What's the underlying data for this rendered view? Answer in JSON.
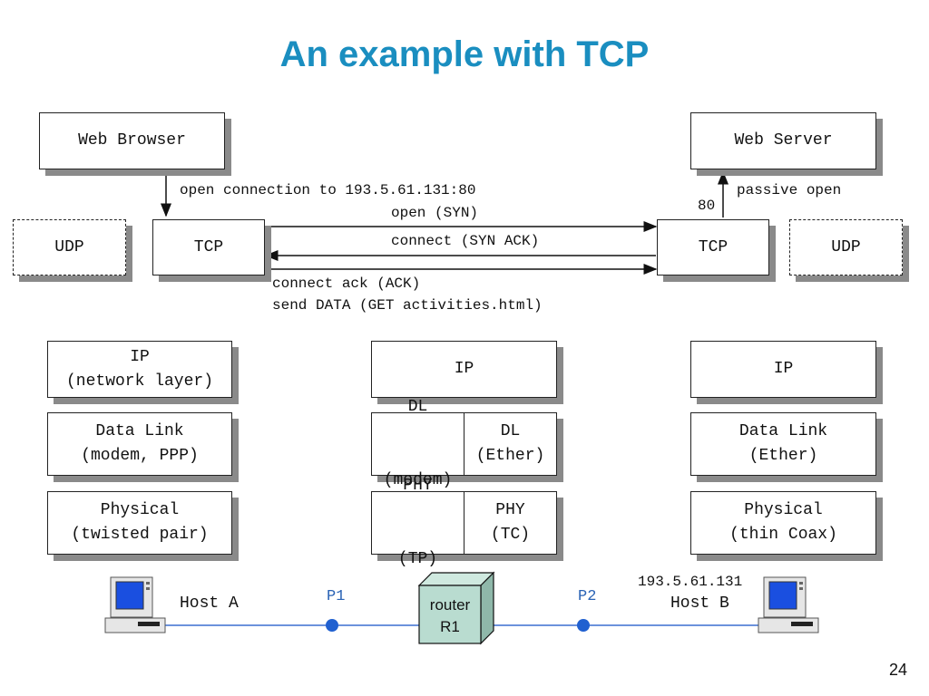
{
  "title": "An example with TCP",
  "page_number": "24",
  "app_boxes": {
    "web_browser": "Web Browser",
    "web_server": "Web Server"
  },
  "transport": {
    "udp_left": "UDP",
    "tcp_left": "TCP",
    "tcp_right": "TCP",
    "udp_right": "UDP"
  },
  "messages": {
    "open_connection": "open connection to 193.5.61.131:80",
    "open_syn": "open (SYN)",
    "connect_syn_ack": "connect (SYN ACK)",
    "connect_ack": "connect ack (ACK)",
    "send_data": "send DATA (GET activities.html)",
    "port_80": "80",
    "passive_open": "passive open"
  },
  "host_a_stack": {
    "ip_line1": "IP",
    "ip_line2": "(network layer)",
    "dl_line1": "Data Link",
    "dl_line2": "(modem, PPP)",
    "phy_line1": "Physical",
    "phy_line2": "(twisted pair)"
  },
  "router_stack": {
    "ip": "IP",
    "dl_left_line1": "DL",
    "dl_left_line2": "(modem)",
    "dl_right_line1": "DL",
    "dl_right_line2": "(Ether)",
    "phy_left_line1": "PHY",
    "phy_left_line2": "(TP)",
    "phy_right_line1": "PHY",
    "phy_right_line2": "(TC)"
  },
  "host_b_stack": {
    "ip": "IP",
    "dl_line1": "Data Link",
    "dl_line2": "(Ether)",
    "phy_line1": "Physical",
    "phy_line2": "(thin Coax)"
  },
  "network": {
    "host_a": "Host A",
    "host_b_ip": "193.5.61.131",
    "host_b": "Host B",
    "p1": "P1",
    "p2": "P2",
    "router_line1": "router",
    "router_line2": "R1"
  },
  "colors": {
    "title": "#1a8ec0",
    "link_line": "#3a6fd0",
    "port_dot": "#2060d0",
    "router_face": "#b9dcd0",
    "monitor_screen": "#1a4fe0"
  }
}
